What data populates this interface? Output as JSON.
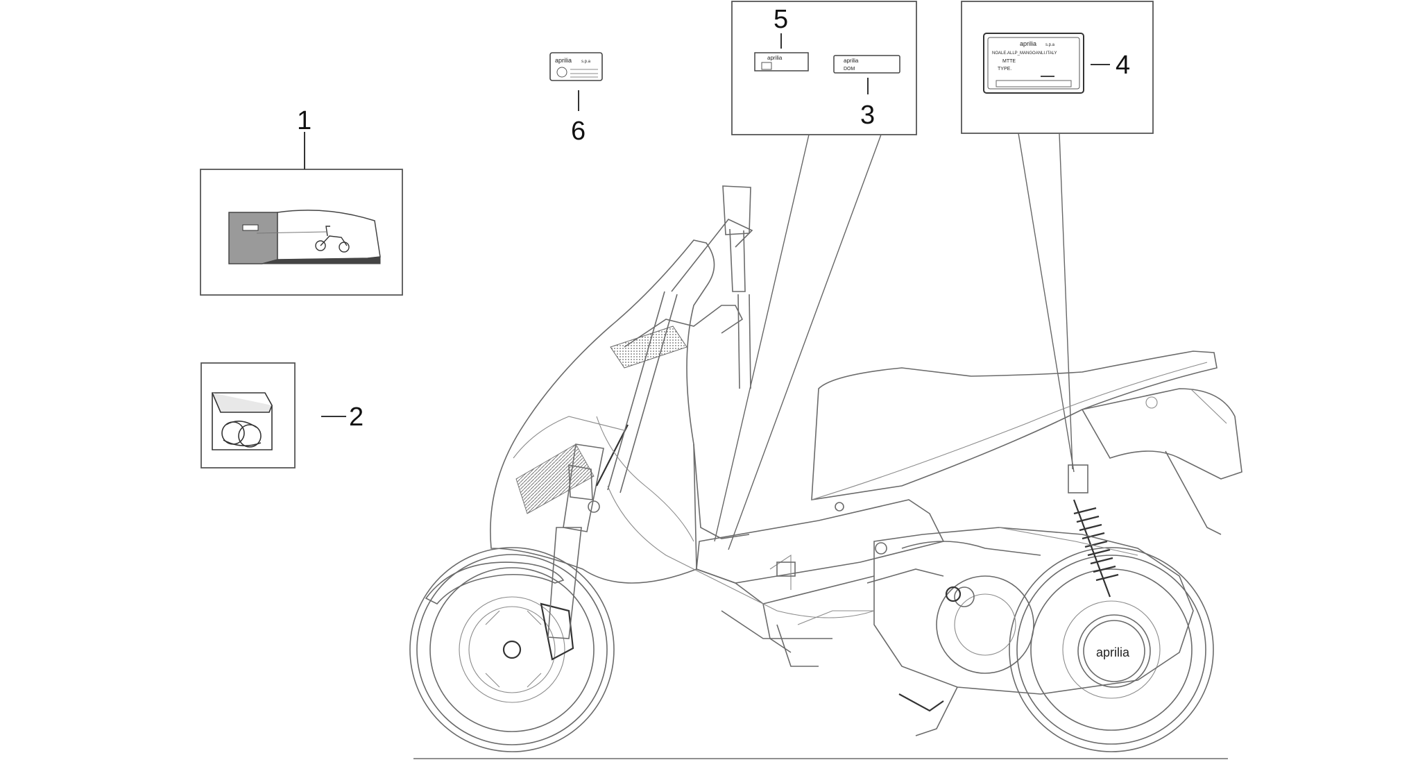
{
  "callouts": {
    "c1": "1",
    "c2": "2",
    "c3": "3",
    "c4": "4",
    "c5": "5",
    "c6": "6"
  },
  "labels": {
    "brand": "aprilia",
    "spa": "s.p.a",
    "label3_line2": "DOM",
    "label4_line2": "NOALE.ALLP_MANGOANLI.ITALY",
    "label4_mtte": "MTTE",
    "label4_type": "TYPE."
  },
  "colors": {
    "stroke": "#555555",
    "manual_cover": "#9a9a9a",
    "manual_spine": "#444444"
  }
}
